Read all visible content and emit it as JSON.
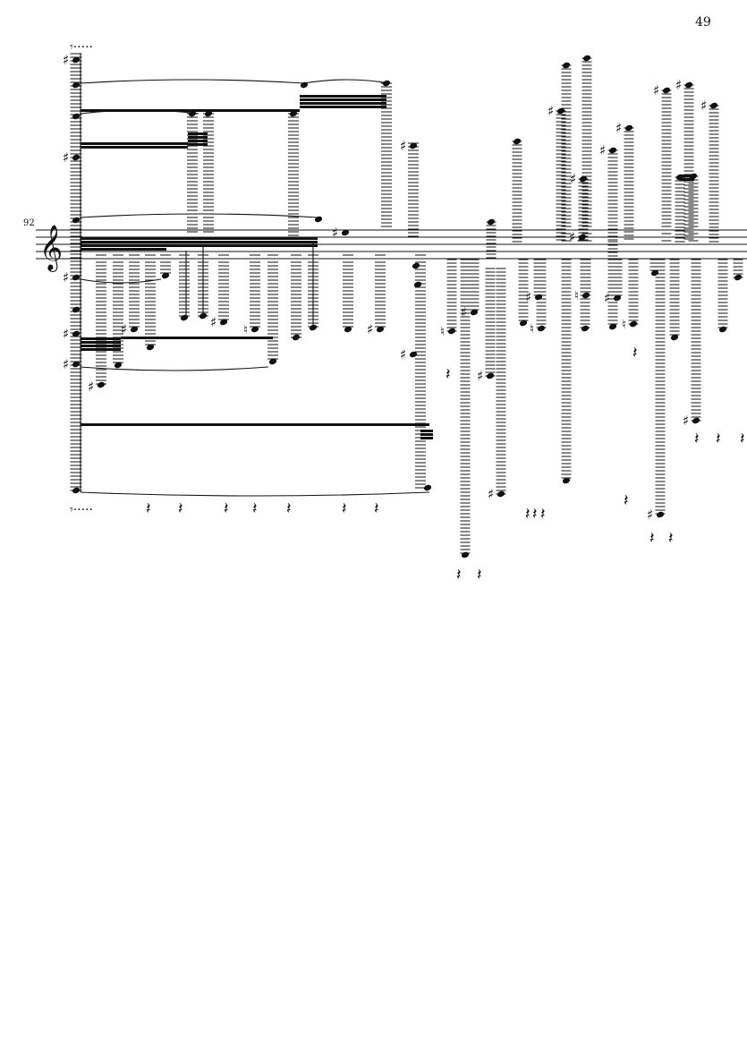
{
  "page": {
    "page_number": "49",
    "measure_number": "92"
  },
  "staff": {
    "clef": "treble-clef",
    "lines": 5
  },
  "glyphs": {
    "sharp": "♯",
    "natural": "♮",
    "rest": "𝄽"
  },
  "colors": {
    "ink": "#111111",
    "paper": "#ffffff"
  }
}
